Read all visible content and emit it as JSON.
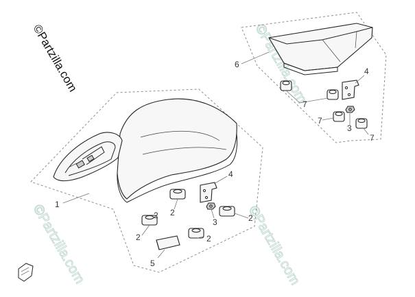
{
  "watermark": {
    "text": "©Partzilla.com"
  },
  "callouts": {
    "front_seat": "1",
    "damper_a": "2",
    "damper_b": "2",
    "damper_c": "2",
    "damper_d": "2",
    "damper_e": "2",
    "front_nut": "3",
    "rear_nut": "3",
    "front_bracket": "4",
    "rear_bracket": "4",
    "pad": "5",
    "rear_seat": "6",
    "rubber_a": "7",
    "rubber_b": "7",
    "rubber_c": "7"
  }
}
